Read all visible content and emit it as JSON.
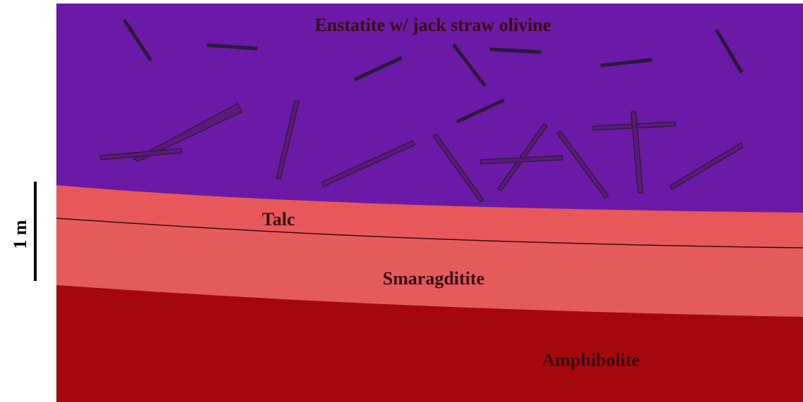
{
  "scale_bar": {
    "label": "1 m"
  },
  "layers": [
    {
      "id": "enstatite",
      "label": "Enstatite w/ jack straw olivine",
      "color": "#6a1aa6"
    },
    {
      "id": "talc",
      "label": "Talc",
      "color": "#e8585a"
    },
    {
      "id": "smaragditite",
      "label": "Smaragditite",
      "color": "#e55a5c"
    },
    {
      "id": "amphibolite",
      "label": "Amphibolite",
      "color": "#a5080c"
    }
  ],
  "colors": {
    "crystal_outline": "#2a1a2a",
    "boundary_line": "#3a0a10",
    "scale_bar": "#000000"
  }
}
